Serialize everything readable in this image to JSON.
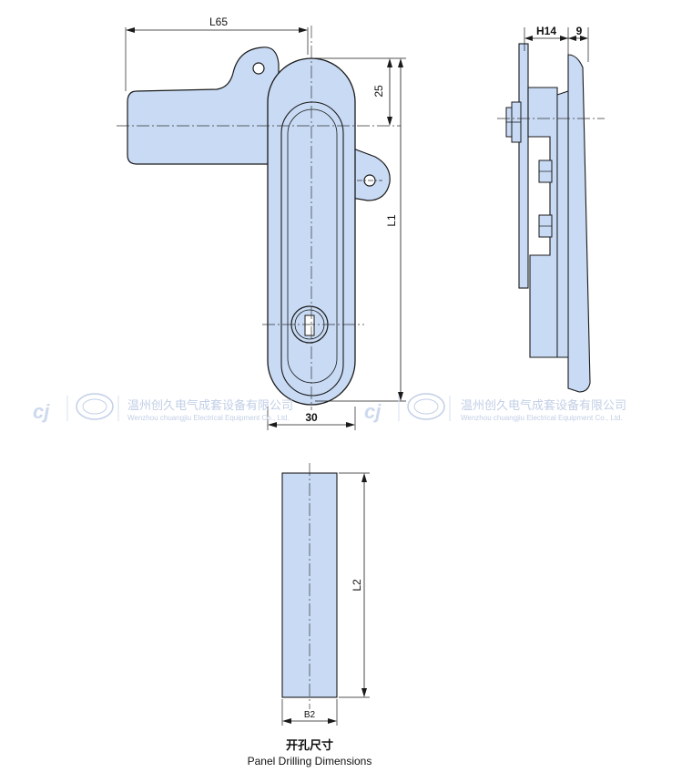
{
  "colors": {
    "body_fill": "#c8daf4",
    "outline": "#1a1a1a",
    "watermark": "#c2cfe6"
  },
  "front_view": {
    "dim_width_top": "L65",
    "dim_pivot": "25",
    "dim_length": "L1",
    "dim_width_bottom": "30"
  },
  "side_view": {
    "dim_height": "H14",
    "dim_depth": "9"
  },
  "cutout_view": {
    "dim_length": "L2",
    "dim_width": "B2",
    "caption_cn": "开孔尺寸",
    "caption_en": "Panel Drilling Dimensions"
  },
  "watermark": {
    "logo_text": "cj",
    "company_cn": "温州创久电气成套设备有限公司",
    "company_en": "Wenzhou chuangjiu Electrical Equipment Co., Ltd."
  }
}
